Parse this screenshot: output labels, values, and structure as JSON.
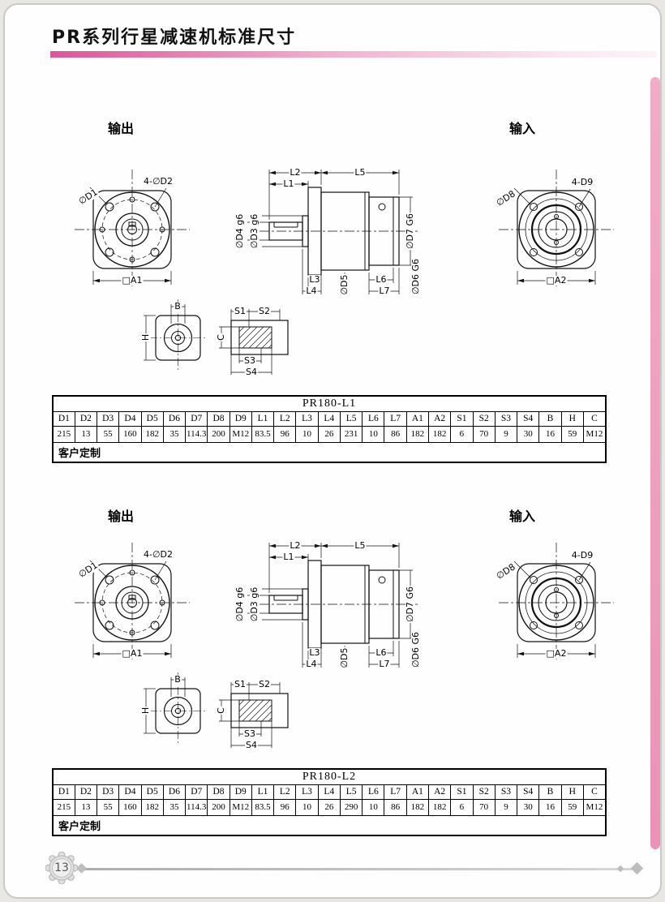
{
  "page": {
    "title": "PR系列行星减速机标准尺寸",
    "page_number": "13"
  },
  "labels": {
    "output": "输出",
    "input": "输入"
  },
  "dim": {
    "d1": "∅D1",
    "d2": "4-∅D2",
    "a1": "□A1",
    "l1": "L1",
    "l2": "L2",
    "l5": "L5",
    "d4": "∅D4 g6",
    "d3": "∅D3 g6",
    "d7": "∅D7 G6",
    "l3": "L3",
    "l4": "L4",
    "d5": "∅D5",
    "l6": "L6",
    "l7": "L7",
    "d6": "∅D6 G6",
    "d9": "4-D9",
    "d8": "∅D8",
    "a2": "□A2",
    "b": "B",
    "h": "H",
    "s1": "S1",
    "s2": "S2",
    "s3": "S3",
    "s4": "S4",
    "c": "C"
  },
  "tables": [
    {
      "title": "PR180-L1",
      "headers": [
        "D1",
        "D2",
        "D3",
        "D4",
        "D5",
        "D6",
        "D7",
        "D8",
        "D9",
        "L1",
        "L2",
        "L3",
        "L4",
        "L5",
        "L6",
        "L7",
        "A1",
        "A2",
        "S1",
        "S2",
        "S3",
        "S4",
        "B",
        "H",
        "C"
      ],
      "values": [
        "215",
        "13",
        "55",
        "160",
        "182",
        "35",
        "114.3",
        "200",
        "M12",
        "83.5",
        "96",
        "10",
        "26",
        "231",
        "10",
        "86",
        "182",
        "182",
        "6",
        "70",
        "9",
        "30",
        "16",
        "59",
        "M12"
      ],
      "footer": "客户定制"
    },
    {
      "title": "PR180-L2",
      "headers": [
        "D1",
        "D2",
        "D3",
        "D4",
        "D5",
        "D6",
        "D7",
        "D8",
        "D9",
        "L1",
        "L2",
        "L3",
        "L4",
        "L5",
        "L6",
        "L7",
        "A1",
        "A2",
        "S1",
        "S2",
        "S3",
        "S4",
        "B",
        "H",
        "C"
      ],
      "values": [
        "215",
        "13",
        "55",
        "160",
        "182",
        "35",
        "114.3",
        "200",
        "M12",
        "83.5",
        "96",
        "10",
        "26",
        "290",
        "10",
        "86",
        "182",
        "182",
        "6",
        "70",
        "9",
        "30",
        "16",
        "59",
        "M12"
      ],
      "footer": "客户定制"
    }
  ]
}
